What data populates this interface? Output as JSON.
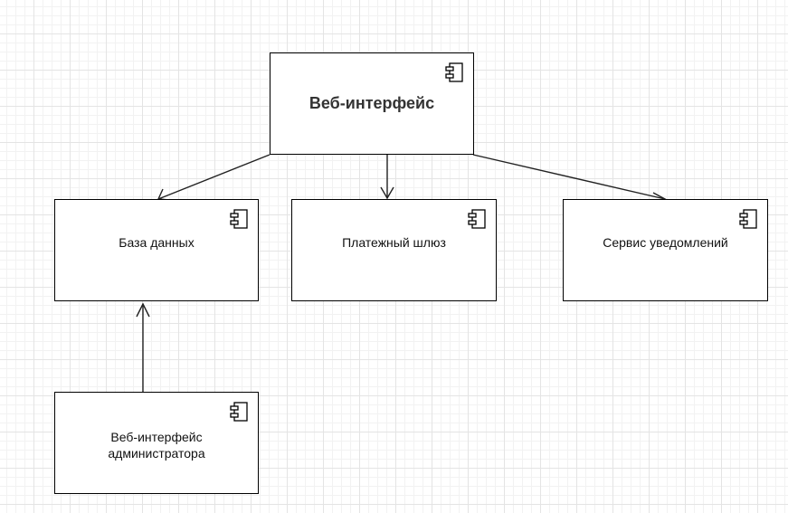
{
  "diagram": {
    "nodes": [
      {
        "id": "web",
        "label": "Веб-интерфейс",
        "icon": "uml-component-icon"
      },
      {
        "id": "db",
        "label": "База данных",
        "icon": "uml-component-icon"
      },
      {
        "id": "pay",
        "label": "Платежный шлюз",
        "icon": "uml-component-icon"
      },
      {
        "id": "notify",
        "label": "Сервис уведомлений",
        "icon": "uml-component-icon"
      },
      {
        "id": "admin",
        "label": "Веб-интерфейс\nадминистратора",
        "icon": "uml-component-icon"
      }
    ],
    "edges": [
      {
        "from": "web",
        "to": "db",
        "arrow": "open"
      },
      {
        "from": "web",
        "to": "pay",
        "arrow": "open"
      },
      {
        "from": "web",
        "to": "notify",
        "arrow": "open"
      },
      {
        "from": "admin",
        "to": "db",
        "arrow": "open"
      }
    ],
    "colors": {
      "stroke": "#000000",
      "edge": "#222222",
      "grid": "#e4e4e4",
      "background": "#ffffff"
    }
  }
}
